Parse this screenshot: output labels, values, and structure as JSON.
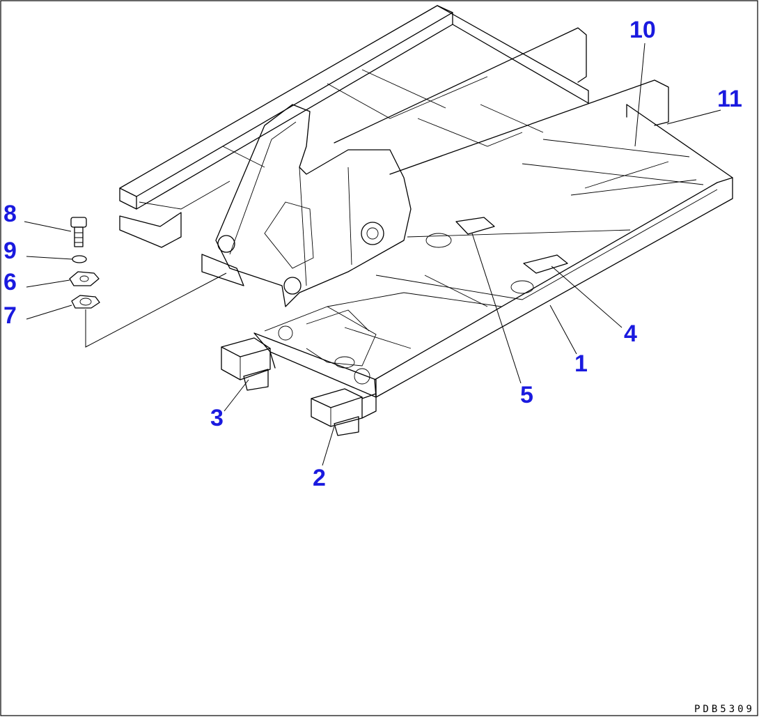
{
  "drawing": {
    "code": "PDB5309",
    "callout_color": "#1a1adf",
    "line_color": "#000000",
    "callouts": [
      {
        "id": "1",
        "label": "1"
      },
      {
        "id": "2",
        "label": "2"
      },
      {
        "id": "3",
        "label": "3"
      },
      {
        "id": "4",
        "label": "4"
      },
      {
        "id": "5",
        "label": "5"
      },
      {
        "id": "6",
        "label": "6"
      },
      {
        "id": "7",
        "label": "7"
      },
      {
        "id": "8",
        "label": "8"
      },
      {
        "id": "9",
        "label": "9"
      },
      {
        "id": "10",
        "label": "10"
      },
      {
        "id": "11",
        "label": "11"
      }
    ]
  }
}
